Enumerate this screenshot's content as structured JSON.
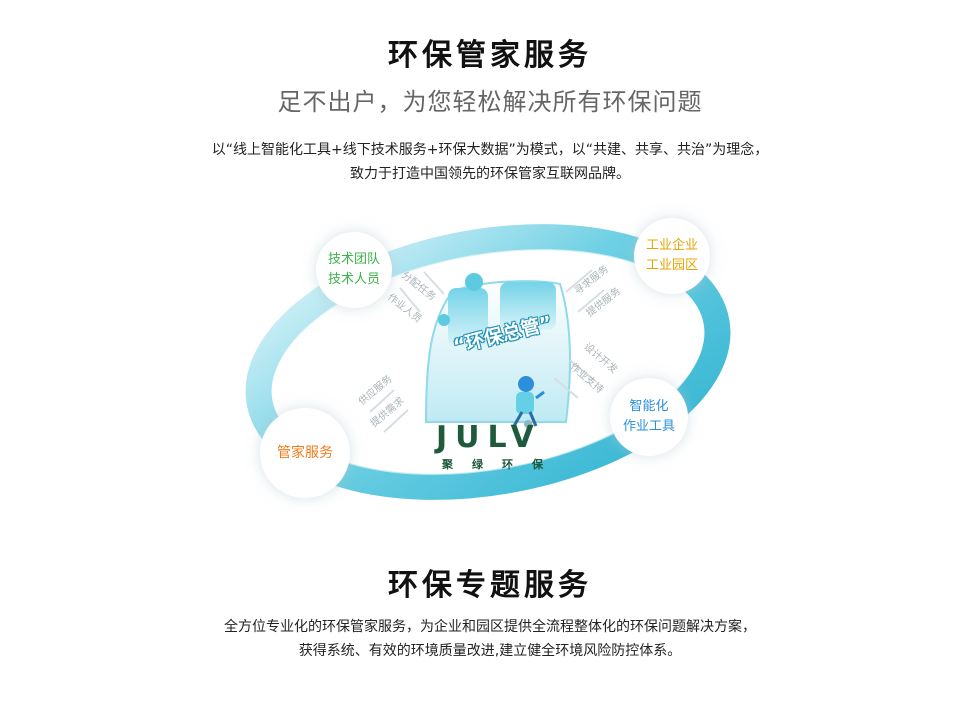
{
  "section1": {
    "title": "环保管家服务",
    "subtitle": "足不出户，为您轻松解决所有环保问题",
    "desc_line1": "以“线上智能化工具+线下技术服务+环保大数据”为模式，以“共建、共享、共治”为理念，",
    "desc_line2": "致力于打造中国领先的环保管家互联网品牌。"
  },
  "diagram": {
    "center_label": "“环保总管”",
    "logo_text": "JULV",
    "logo_cn": "聚绿环保",
    "nodes": {
      "tech_line1": "技术团队",
      "tech_line2": "技术人员",
      "industry_line1": "工业企业",
      "industry_line2": "工业园区",
      "smart_line1": "智能化",
      "smart_line2": "作业工具",
      "butler": "管家服务"
    },
    "flows": {
      "a1": "分配任务",
      "a2": "作业人员",
      "b1": "寻求服务",
      "b2": "提供服务",
      "c1": "设计开发",
      "c2": "作业支持",
      "d1": "供应服务",
      "d2": "提供需求"
    },
    "colors": {
      "ring": "#4cc3dc",
      "tech": "#3bb34a",
      "industry": "#e6a400",
      "smart": "#2c8fd9",
      "butler": "#f07a1a",
      "logo": "#1e5a3c"
    }
  },
  "section2": {
    "title": "环保专题服务",
    "desc_line1": "全方位专业化的环保管家服务，为企业和园区提供全流程整体化的环保问题解决方案，",
    "desc_line2": "获得系统、有效的环境质量改进,建立健全环境风险防控体系。"
  }
}
